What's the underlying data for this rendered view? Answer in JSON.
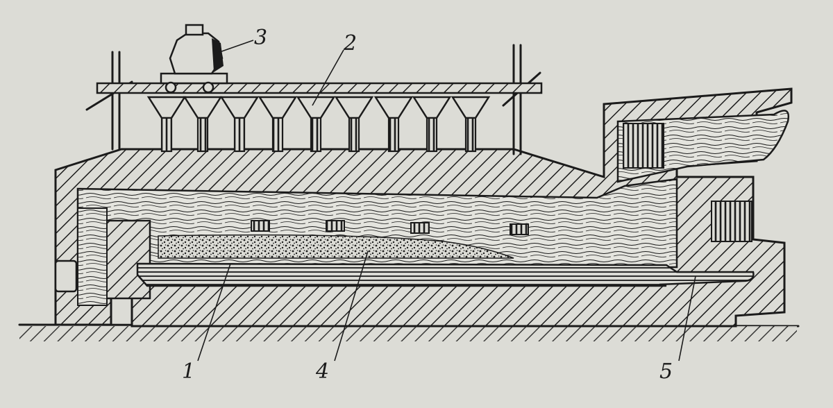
{
  "figure": {
    "callouts": [
      {
        "id": "1",
        "text": "1"
      },
      {
        "id": "2",
        "text": "2"
      },
      {
        "id": "3",
        "text": "3"
      },
      {
        "id": "4",
        "text": "4"
      },
      {
        "id": "5",
        "text": "5"
      }
    ],
    "colors": {
      "paper": "#dcdcd6",
      "ink": "#1b1b1b"
    }
  }
}
